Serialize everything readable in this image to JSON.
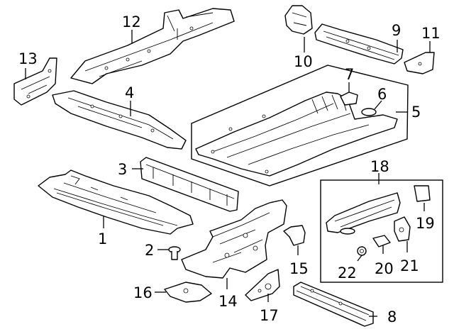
{
  "diagram": {
    "callouts": [
      {
        "id": "c1",
        "label": "1",
        "part": "floor-pan-front"
      },
      {
        "id": "c2",
        "label": "2",
        "part": "bolt"
      },
      {
        "id": "c3",
        "label": "3",
        "part": "crossmember-front"
      },
      {
        "id": "c4",
        "label": "4",
        "part": "rail-side"
      },
      {
        "id": "c5",
        "label": "5",
        "part": "floor-pan-rear"
      },
      {
        "id": "c6",
        "label": "6",
        "part": "plug"
      },
      {
        "id": "c7",
        "label": "7",
        "part": "bracket-small"
      },
      {
        "id": "c8",
        "label": "8",
        "part": "sill-bar"
      },
      {
        "id": "c9",
        "label": "9",
        "part": "crossmember-rear"
      },
      {
        "id": "c10",
        "label": "10",
        "part": "bracket-upper-left"
      },
      {
        "id": "c11",
        "label": "11",
        "part": "bracket-upper-right"
      },
      {
        "id": "c12",
        "label": "12",
        "part": "rail-rear"
      },
      {
        "id": "c13",
        "label": "13",
        "part": "rocker-bracket"
      },
      {
        "id": "c14",
        "label": "14",
        "part": "frame-rail-rear"
      },
      {
        "id": "c15",
        "label": "15",
        "part": "bracket-mid"
      },
      {
        "id": "c16",
        "label": "16",
        "part": "bracket-lower"
      },
      {
        "id": "c17",
        "label": "17",
        "part": "gusset"
      },
      {
        "id": "c18",
        "label": "18",
        "part": "rail-assembly"
      },
      {
        "id": "c19",
        "label": "19",
        "part": "insulator"
      },
      {
        "id": "c20",
        "label": "20",
        "part": "clip"
      },
      {
        "id": "c21",
        "label": "21",
        "part": "brace"
      },
      {
        "id": "c22",
        "label": "22",
        "part": "nut"
      }
    ]
  }
}
